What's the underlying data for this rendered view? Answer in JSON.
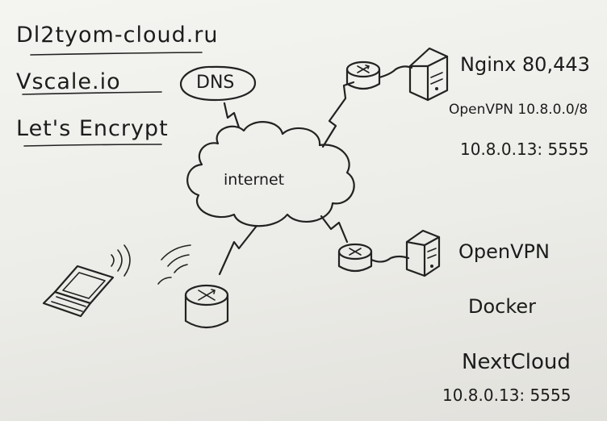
{
  "board": {
    "domains": [
      {
        "key": "domain-1",
        "text": "Dl2tyom-cloud.ru"
      },
      {
        "key": "domain-2",
        "text": "Vscale.io"
      },
      {
        "key": "domain-3",
        "text": "Let's Encrypt"
      }
    ],
    "dns_label": "DNS",
    "internet_label": "internet",
    "top_server": {
      "nginx": "Nginx 80,443",
      "openvpn": "OpenVPN 10.8.0.0/8",
      "address": "10.8.0.13: 5555"
    },
    "bottom_server": {
      "openvpn": "OpenVPN",
      "docker": "Docker",
      "nextcloud": "NextCloud",
      "address": "10.8.0.13: 5555"
    }
  }
}
